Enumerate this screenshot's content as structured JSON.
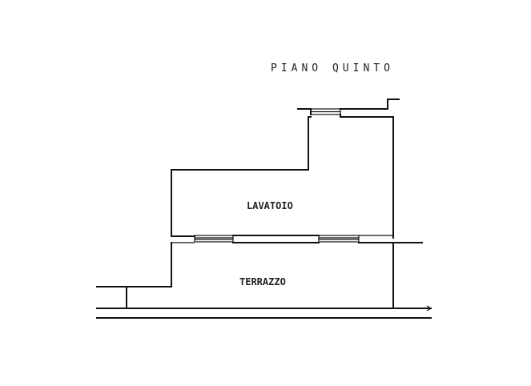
{
  "drawing": {
    "title": "PIANO QUINTO",
    "rooms": {
      "lavatoio": "LAVATOIO",
      "terrazzo": "TERRAZZO"
    }
  },
  "colors": {
    "line": "#111111",
    "background": "#ffffff"
  }
}
